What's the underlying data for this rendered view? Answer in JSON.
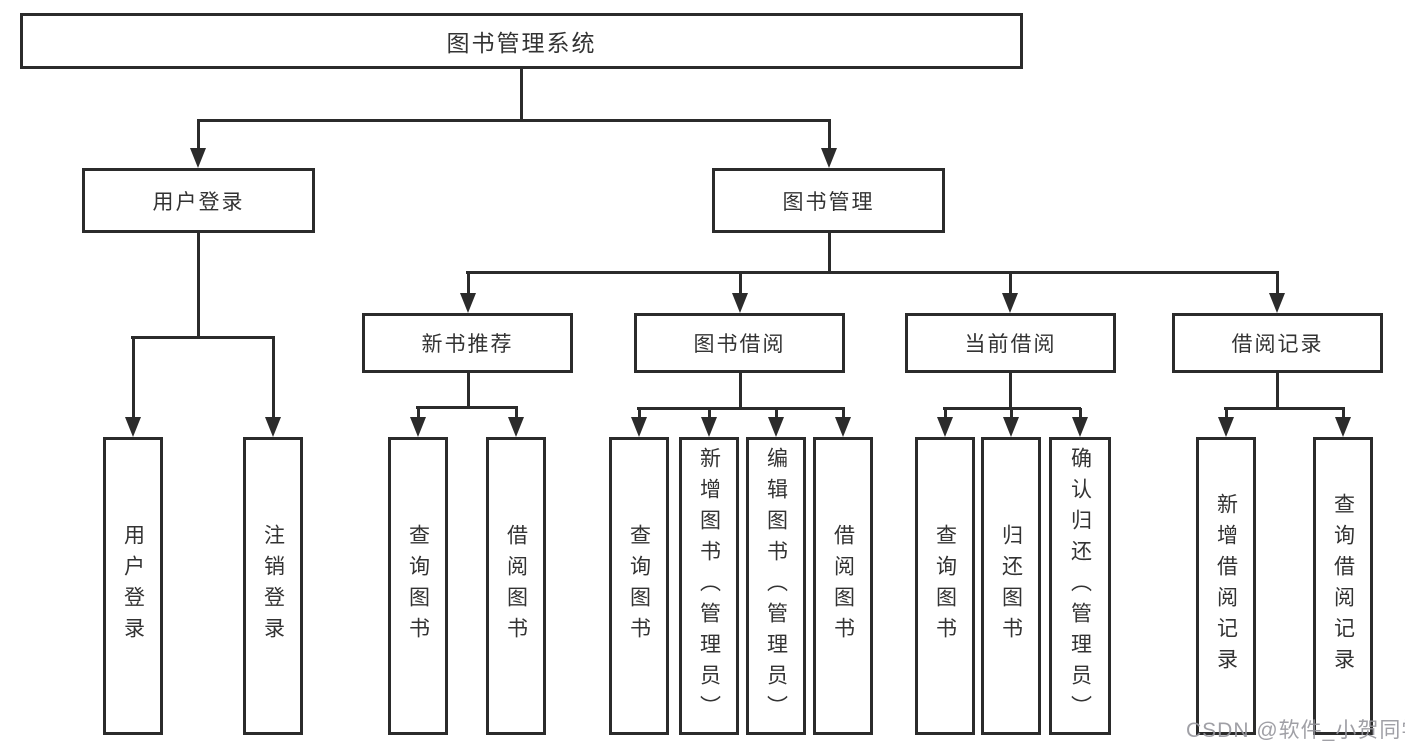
{
  "watermark": "CSDN @软件_小贺同学",
  "colors": {
    "line": "#2b2b2b",
    "text": "#333333",
    "box_background": "#ffffff",
    "watermark_text": "#96969c"
  },
  "tree": {
    "label": "图书管理系统",
    "children": [
      {
        "label": "用户登录",
        "children": [
          {
            "label": "用户登录"
          },
          {
            "label": "注销登录"
          }
        ]
      },
      {
        "label": "图书管理",
        "children": [
          {
            "label": "新书推荐",
            "children": [
              {
                "label": "查询图书"
              },
              {
                "label": "借阅图书"
              }
            ]
          },
          {
            "label": "图书借阅",
            "children": [
              {
                "label": "查询图书"
              },
              {
                "label": "新增图书（管理员）"
              },
              {
                "label": "编辑图书（管理员）"
              },
              {
                "label": "借阅图书"
              }
            ]
          },
          {
            "label": "当前借阅",
            "children": [
              {
                "label": "查询图书"
              },
              {
                "label": "归还图书"
              },
              {
                "label": "确认归还（管理员）"
              }
            ]
          },
          {
            "label": "借阅记录",
            "children": [
              {
                "label": "新增借阅记录"
              },
              {
                "label": "查询借阅记录"
              }
            ]
          }
        ]
      }
    ]
  }
}
